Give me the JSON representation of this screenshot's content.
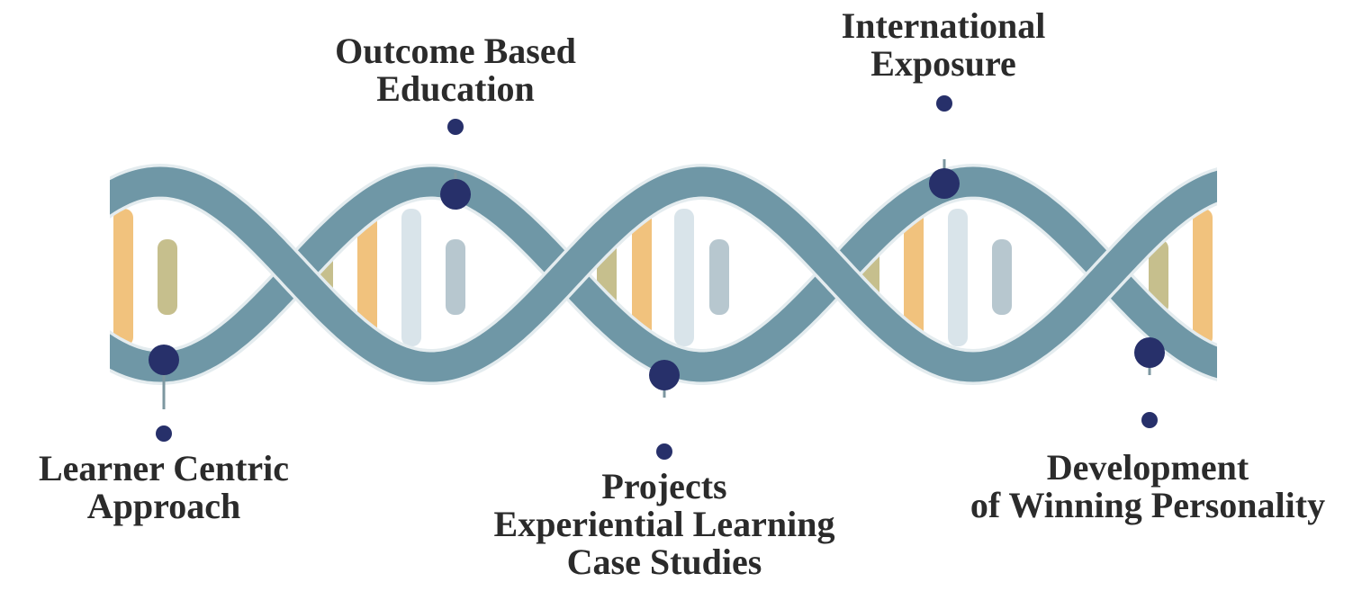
{
  "colors": {
    "strand": "#6f97a6",
    "strand_outline": "#e4ecef",
    "node": "#27306a",
    "connector": "#7d97a0",
    "rung_orange": "#f1c27d",
    "rung_olive": "#c6bf8d",
    "rung_pale": "#d9e4ea",
    "rung_gray": "#b7c7cf",
    "text": "#2b2b2b"
  },
  "labels": {
    "outcome": {
      "line1": "Outcome Based",
      "line2": "Education"
    },
    "international": {
      "line1": "International",
      "line2": "Exposure"
    },
    "learner": {
      "line1": "Learner Centric",
      "line2": "Approach"
    },
    "projects": {
      "line1": "Projects",
      "line2": "Experiential Learning",
      "line3": "Case Studies"
    },
    "development": {
      "line1": "Development",
      "line2": "of Winning Personality"
    }
  }
}
